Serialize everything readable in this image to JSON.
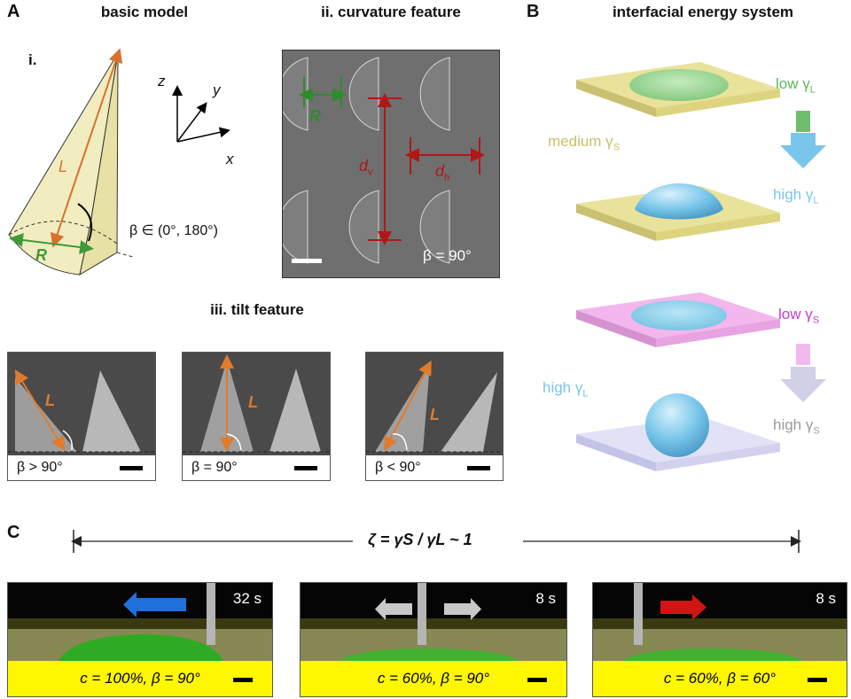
{
  "panelA": {
    "letter": "A",
    "title": "basic model",
    "sub_i": "i.",
    "axis_z": "z",
    "axis_y": "y",
    "axis_x": "x",
    "cone_L": "L",
    "cone_R": "R",
    "beta_range": "β ∈ (0°, 180°)",
    "sub_ii": "ii.  curvature feature",
    "sem_R": "R",
    "sem_dv": "d",
    "sem_dv_sub": "v",
    "sem_dh": "d",
    "sem_dh_sub": "h",
    "sem_beta": "β = 90°",
    "sub_iii": "iii.  tilt feature",
    "tilt": [
      {
        "label": "L",
        "caption": "β > 90°"
      },
      {
        "label": "L",
        "caption": "β = 90°"
      },
      {
        "label": "L",
        "caption": "β < 90°"
      }
    ]
  },
  "panelB": {
    "letter": "B",
    "title": "interfacial energy system",
    "low_gl": "low γ",
    "low_gl_sub": "L",
    "high_gl": "high γ",
    "high_gl_sub": "L",
    "medium_gs": "medium γ",
    "medium_gs_sub": "S",
    "low_gs": "low γ",
    "low_gs_sub": "S",
    "high_gl_left": "high γ",
    "high_gl_left_sub": "L",
    "high_gs": "high γ",
    "high_gs_sub": "S",
    "colors": {
      "yellow": "#e6df8c",
      "pink": "#f3b7ee",
      "lavender": "#dcdcf5",
      "green": "#8fd08a",
      "blue": "#79c6ea",
      "darkgreen": "#5cb85c",
      "magenta": "#c23ec9",
      "gray": "#9b9b9b"
    }
  },
  "panelC": {
    "letter": "C",
    "equation": "ζ = γS / γL ~ 1",
    "photos": [
      {
        "time": "32 s",
        "caption": "c = 100%, β = 90°"
      },
      {
        "time": "8 s",
        "caption": "c = 60%, β = 90°"
      },
      {
        "time": "8 s",
        "caption": "c = 60%, β = 60°"
      }
    ],
    "colors": {
      "left_arrow": "#1f6fdc",
      "both_arrows": "#c8c8c8",
      "right_arrow": "#d11414"
    }
  }
}
